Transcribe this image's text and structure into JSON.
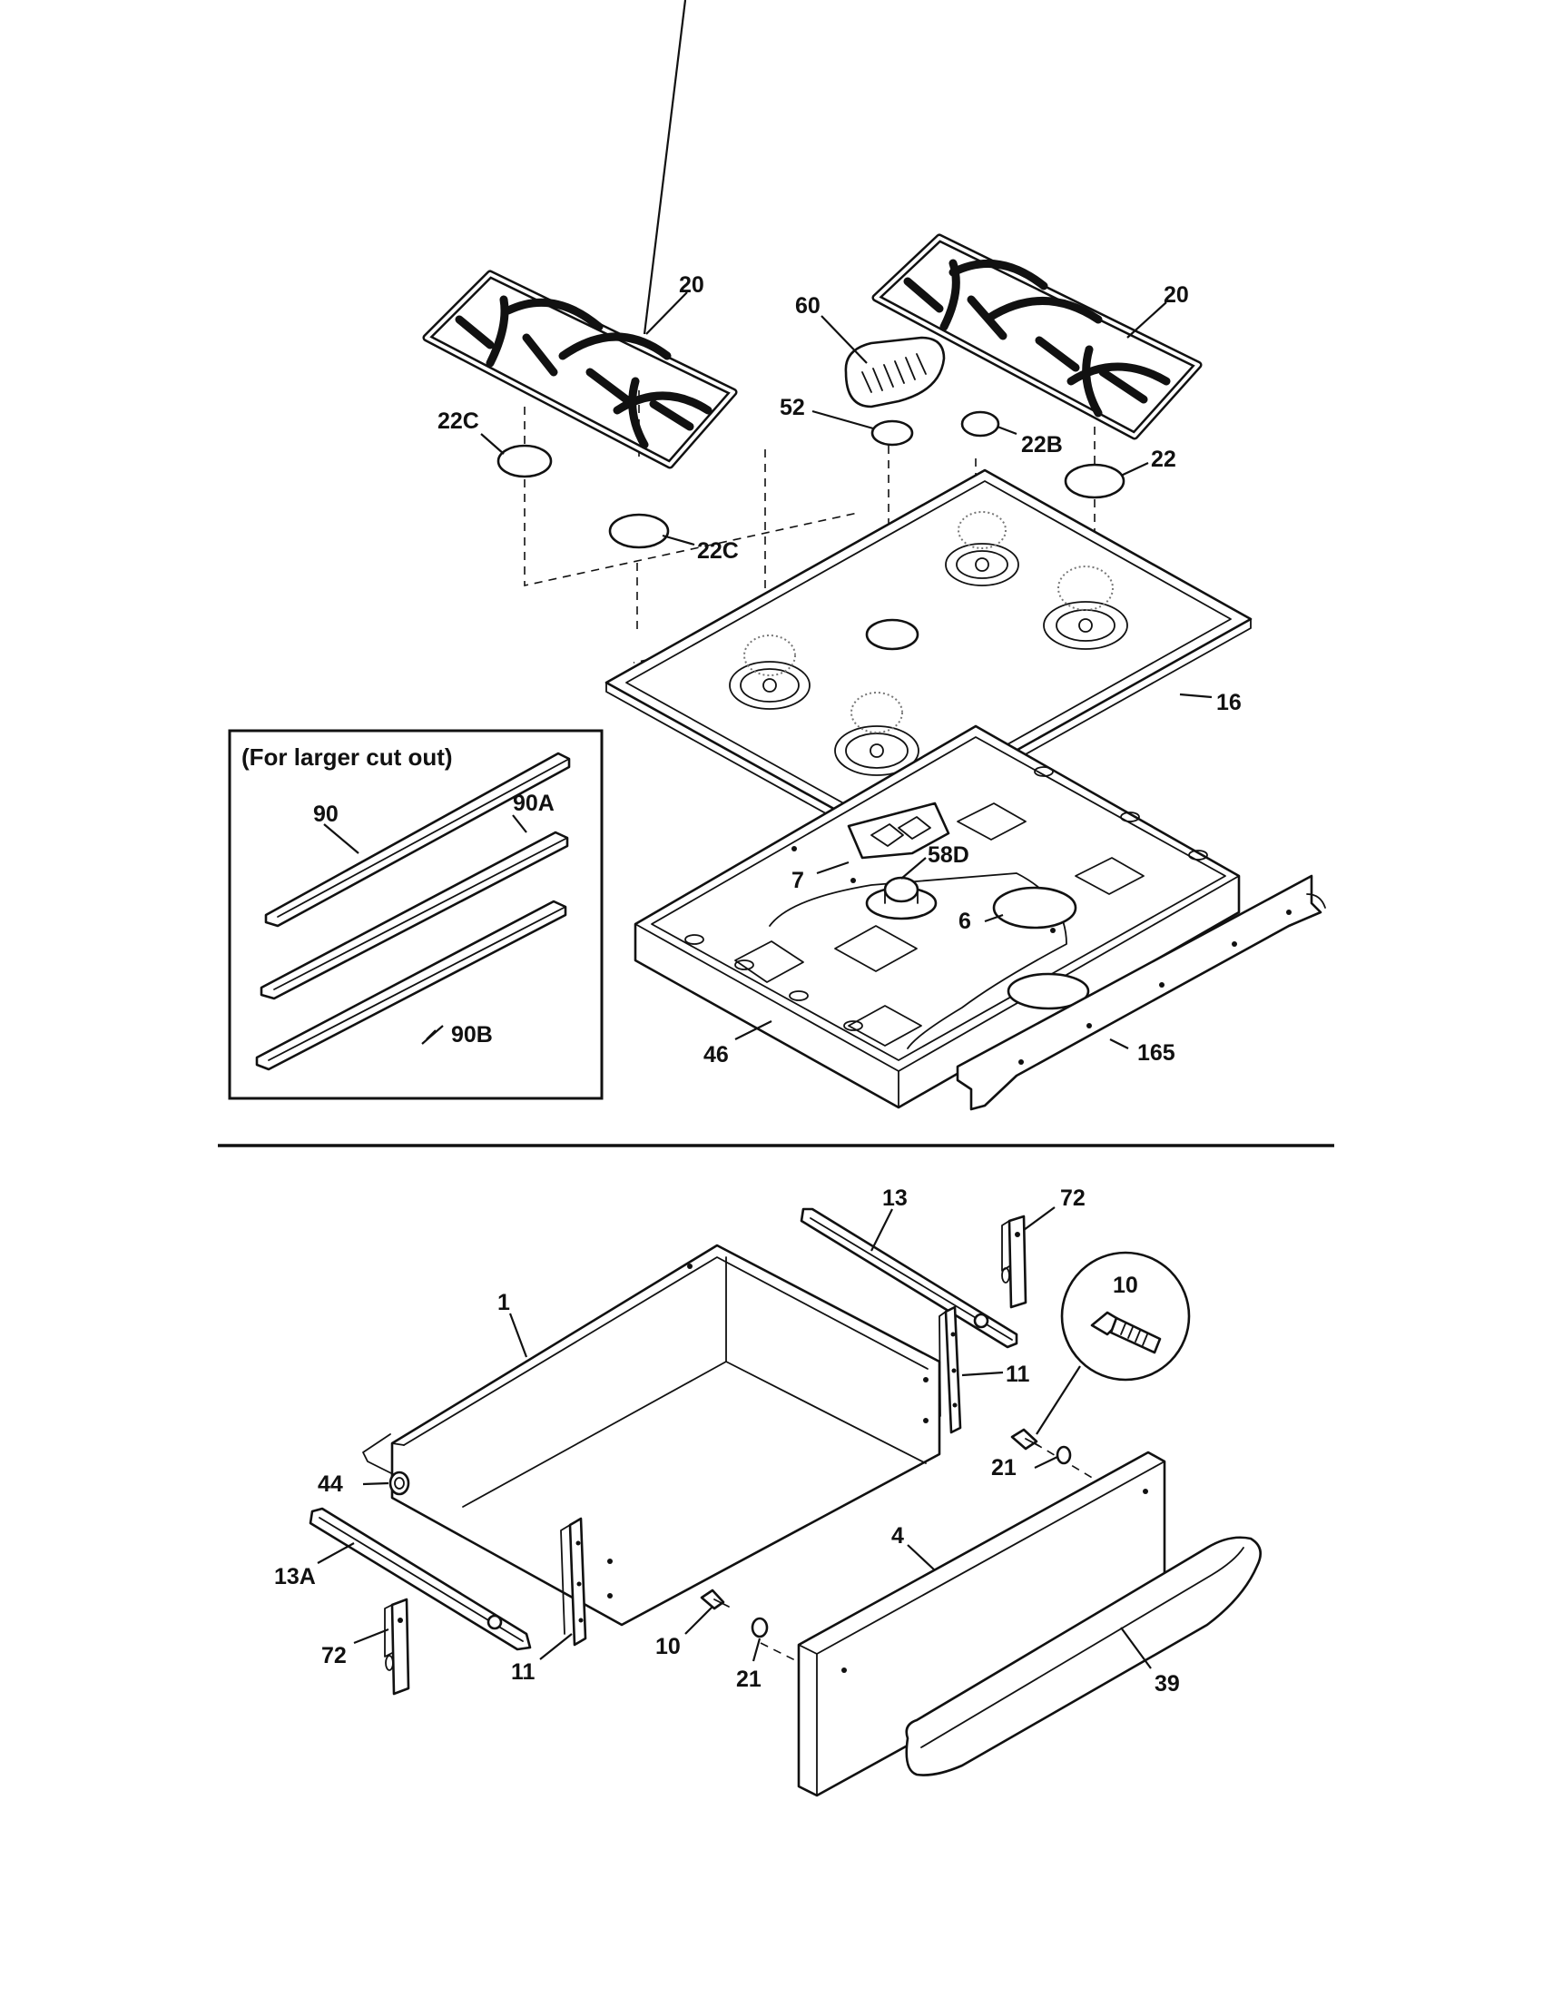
{
  "inset": {
    "title": "(For larger cut out)"
  },
  "callouts": {
    "grate_left": "20",
    "grate_right": "20",
    "knob_60": "60",
    "cap_52": "52",
    "cap_22c_top": "22C",
    "cap_22c_bottom": "22C",
    "cap_22b": "22B",
    "cap_22": "22",
    "cooktop_16": "16",
    "trim_90": "90",
    "trim_90a": "90A",
    "trim_90b": "90B",
    "part_7": "7",
    "part_58d": "58D",
    "part_6": "6",
    "box_46": "46",
    "rail_165": "165",
    "slide_13": "13",
    "bracket_72_top": "72",
    "screw_10_detail": "10",
    "drawer_1": "1",
    "slide_11_right": "11",
    "washer_21_right": "21",
    "roller_44": "44",
    "drawer_front_4": "4",
    "slide_13a": "13A",
    "bracket_72_bottom": "72",
    "slide_11_left": "11",
    "screw_10_bottom": "10",
    "washer_21_bottom": "21",
    "handle_39": "39"
  }
}
